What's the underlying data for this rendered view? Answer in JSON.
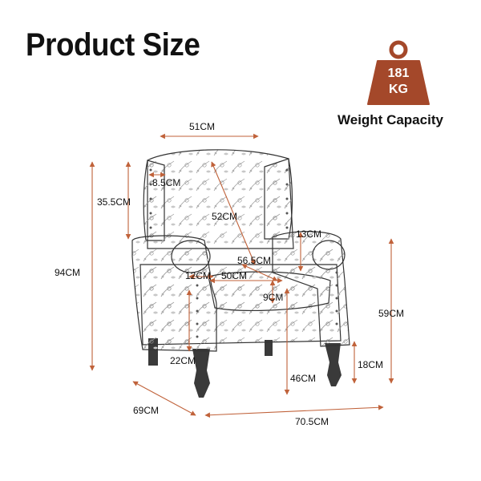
{
  "title": "Product Size",
  "weight": {
    "value": "181",
    "unit": "KG",
    "caption": "Weight Capacity",
    "icon": "weight-icon",
    "color": "#a4482a"
  },
  "accent_color": "#c0623a",
  "dimensions": {
    "back_width": "51CM",
    "wing_depth": "8.5CM",
    "wing_height": "35.5CM",
    "back_height": "52CM",
    "total_height": "94CM",
    "arm_height": "13CM",
    "seat_depth": "56.5CM",
    "arm_width": "12CM",
    "seat_width": "50CM",
    "cushion_thickness": "9CM",
    "total_arm_height": "59CM",
    "leg_inner": "22CM",
    "seat_height": "46CM",
    "leg_height": "18CM",
    "total_depth": "69CM",
    "total_width": "70.5CM"
  }
}
